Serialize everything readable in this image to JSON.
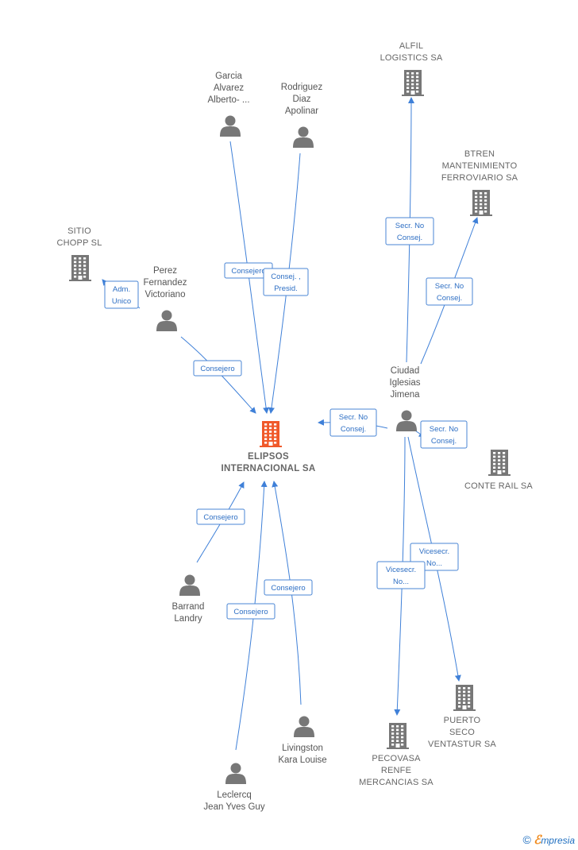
{
  "nodes": [
    {
      "id": "elipsos",
      "type": "company",
      "main": true,
      "lines": [
        "ELIPSOS",
        "INTERNACIONAL SA"
      ]
    },
    {
      "id": "alfil",
      "type": "company",
      "lines": [
        "ALFIL",
        "LOGISTICS SA"
      ]
    },
    {
      "id": "btren",
      "type": "company",
      "lines": [
        "BTREN",
        "MANTENIMIENTO",
        "FERROVIARIO SA"
      ]
    },
    {
      "id": "sitio",
      "type": "company",
      "lines": [
        "SITIO",
        "CHOPP SL"
      ]
    },
    {
      "id": "conte",
      "type": "company",
      "lines": [
        "CONTE RAIL SA"
      ]
    },
    {
      "id": "puerto",
      "type": "company",
      "lines": [
        "PUERTO",
        "SECO",
        "VENTASTUR SA"
      ]
    },
    {
      "id": "pecovasa",
      "type": "company",
      "lines": [
        "PECOVASA",
        "RENFE",
        "MERCANCIAS SA"
      ]
    },
    {
      "id": "garcia",
      "type": "person",
      "lines": [
        "Garcia",
        "Alvarez",
        "Alberto- ..."
      ]
    },
    {
      "id": "rodriguez",
      "type": "person",
      "lines": [
        "Rodriguez",
        "Diaz",
        "Apolinar"
      ]
    },
    {
      "id": "perez",
      "type": "person",
      "lines": [
        "Perez",
        "Fernandez",
        "Victoriano"
      ]
    },
    {
      "id": "ciudad",
      "type": "person",
      "lines": [
        "Ciudad",
        "Iglesias",
        "Jimena"
      ]
    },
    {
      "id": "barrand",
      "type": "person",
      "lines": [
        "Barrand",
        "Landry"
      ]
    },
    {
      "id": "livingston",
      "type": "person",
      "lines": [
        "Livingston",
        "Kara Louise"
      ]
    },
    {
      "id": "leclercq",
      "type": "person",
      "lines": [
        "Leclercq",
        "Jean Yves Guy"
      ]
    }
  ],
  "edges": [
    {
      "id": "garcia-elipsos",
      "lines": [
        "Consejero"
      ]
    },
    {
      "id": "rodriguez-elipsos",
      "lines": [
        "Consej. ,",
        "Presid."
      ]
    },
    {
      "id": "perez-elipsos",
      "lines": [
        "Consejero"
      ]
    },
    {
      "id": "perez-sitio",
      "lines": [
        "Adm.",
        "Unico"
      ]
    },
    {
      "id": "ciudad-alfil",
      "lines": [
        "Secr.  No",
        "Consej."
      ]
    },
    {
      "id": "ciudad-btren",
      "lines": [
        "Secr.  No",
        "Consej."
      ]
    },
    {
      "id": "ciudad-elipsos",
      "lines": [
        "Secr.  No",
        "Consej."
      ]
    },
    {
      "id": "ciudad-conte",
      "lines": [
        "Secr.  No",
        "Consej."
      ]
    },
    {
      "id": "ciudad-puerto",
      "lines": [
        "Vicesecr.",
        "No..."
      ]
    },
    {
      "id": "ciudad-pecovasa",
      "lines": [
        "Vicesecr.",
        "No..."
      ]
    },
    {
      "id": "barrand-elipsos",
      "lines": [
        "Consejero"
      ]
    },
    {
      "id": "livingston-elipsos",
      "lines": [
        "Consejero"
      ]
    },
    {
      "id": "leclercq-elipsos",
      "lines": [
        "Consejero"
      ]
    }
  ],
  "colors": {
    "main_company": "#f0592a",
    "company": "#777777",
    "person": "#777777",
    "edge": "#3f80d8"
  },
  "footer": {
    "copyright": "©",
    "brand_first": "ℰ",
    "brand_rest": "mpresia"
  }
}
